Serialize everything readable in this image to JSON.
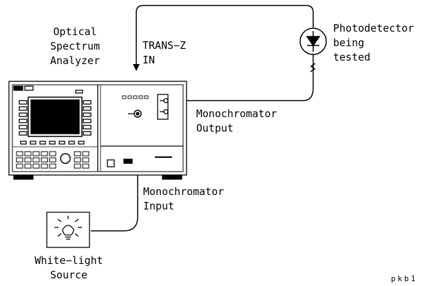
{
  "labels": {
    "osa_line1": "Optical",
    "osa_line2": "Spectrum",
    "osa_line3": "Analyzer",
    "transz_line1": "TRANS−Z",
    "transz_line2": "IN",
    "photodetector_line1": "Photodetector",
    "photodetector_line2": "being",
    "photodetector_line3": "tested",
    "mono_out_line1": "Monochromator",
    "mono_out_line2": "Output",
    "mono_in_line1": "Monochromator",
    "mono_in_line2": "Input",
    "source_line1": "White−light",
    "source_line2": "Source",
    "figure_id": "pkb1"
  },
  "icons": {
    "photodetector": "photodiode-icon",
    "light_source": "light-bulb-icon",
    "instrument": "optical-spectrum-analyzer-icon"
  }
}
